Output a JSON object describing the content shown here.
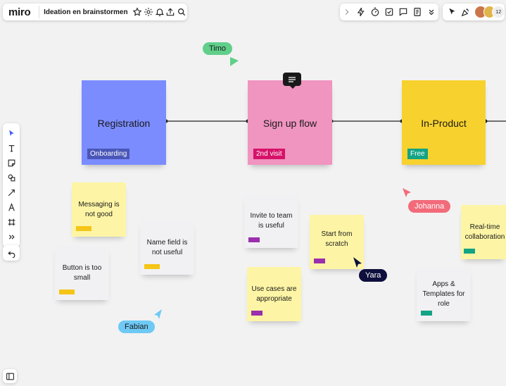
{
  "app": {
    "logo": "miro",
    "board_title": "Ideation en brainstormen"
  },
  "top_right": {
    "avatar_count": "12"
  },
  "stages": [
    {
      "title": "Registration",
      "tag": "Onboarding",
      "color": "#7b8cff",
      "tag_color": "#4a57b8"
    },
    {
      "title": "Sign up flow",
      "tag": "2nd visit",
      "color": "#f094c0",
      "tag_color": "#d6126a"
    },
    {
      "title": "In-Product",
      "tag": "Free",
      "color": "#f7d12e",
      "tag_color": "#13a385"
    }
  ],
  "notes": {
    "messaging": "Messaging is not good",
    "name_field": "Name field is not useful",
    "button_small": "Button is too small",
    "invite": "Invite to team is useful",
    "start_scratch": "Start from scratch",
    "use_cases": "Use cases are appropriate",
    "apps_templates": "Apps  & Templates for role",
    "realtime": "Real-time collaboration"
  },
  "cursors": {
    "timo": "Timo",
    "fabian": "Fabian",
    "yara": "Yara",
    "johanna": "Johanna"
  },
  "colors": {
    "yellow_note": "#fdf5a5",
    "gray_note": "#f1f1f3",
    "chip_yellow": "#f5c518",
    "chip_purple": "#9b2fae",
    "chip_green": "#13a385",
    "timo": "#5fcf8a",
    "fabian": "#6ec9f5",
    "yara": "#0f0f3d",
    "johanna": "#f26b7a"
  }
}
